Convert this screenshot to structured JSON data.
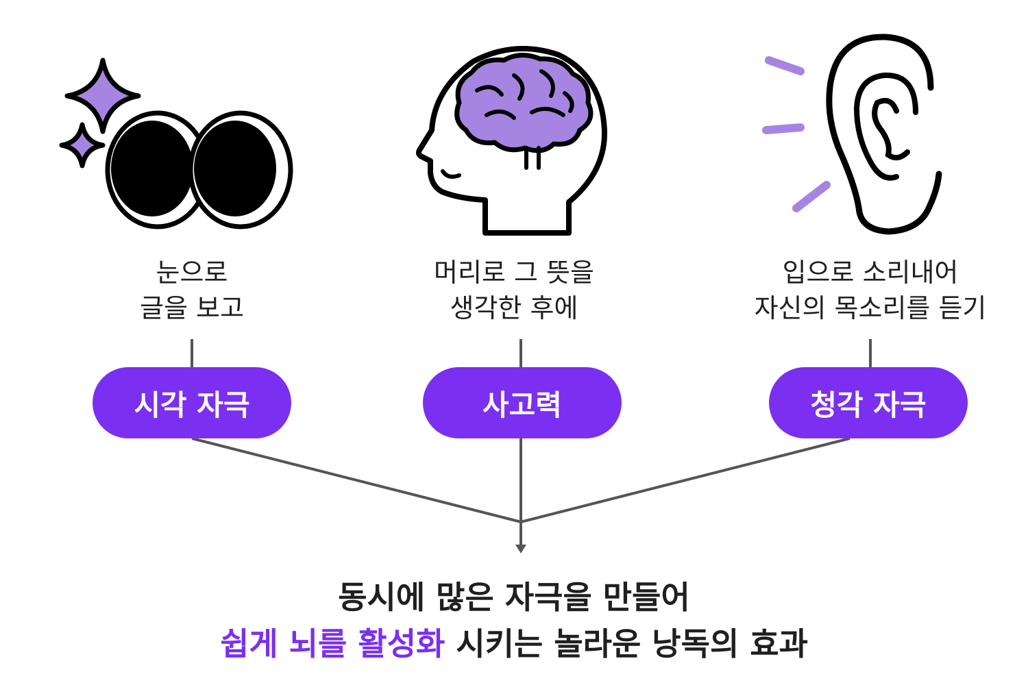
{
  "colors": {
    "accent": "#7b2ff0",
    "accent_light": "#a685e2",
    "text": "#1f1f1f",
    "connector": "#555555"
  },
  "columns": [
    {
      "icon": "eyes-sparkle-icon",
      "caption_line1": "눈으로",
      "caption_line2": "글을 보고",
      "pill": "시각 자극"
    },
    {
      "icon": "head-brain-icon",
      "caption_line1": "머리로 그 뜻을",
      "caption_line2": "생각한 후에",
      "pill": "사고력"
    },
    {
      "icon": "ear-sound-icon",
      "caption_line1": "입으로 소리내어",
      "caption_line2": "자신의 목소리를 듣기",
      "pill": "청각 자극"
    }
  ],
  "conclusion": {
    "line1": "동시에 많은 자극을 만들어",
    "line2_highlight": "쉽게 뇌를 활성화",
    "line2_rest": " 시키는 놀라운 낭독의 효과"
  }
}
